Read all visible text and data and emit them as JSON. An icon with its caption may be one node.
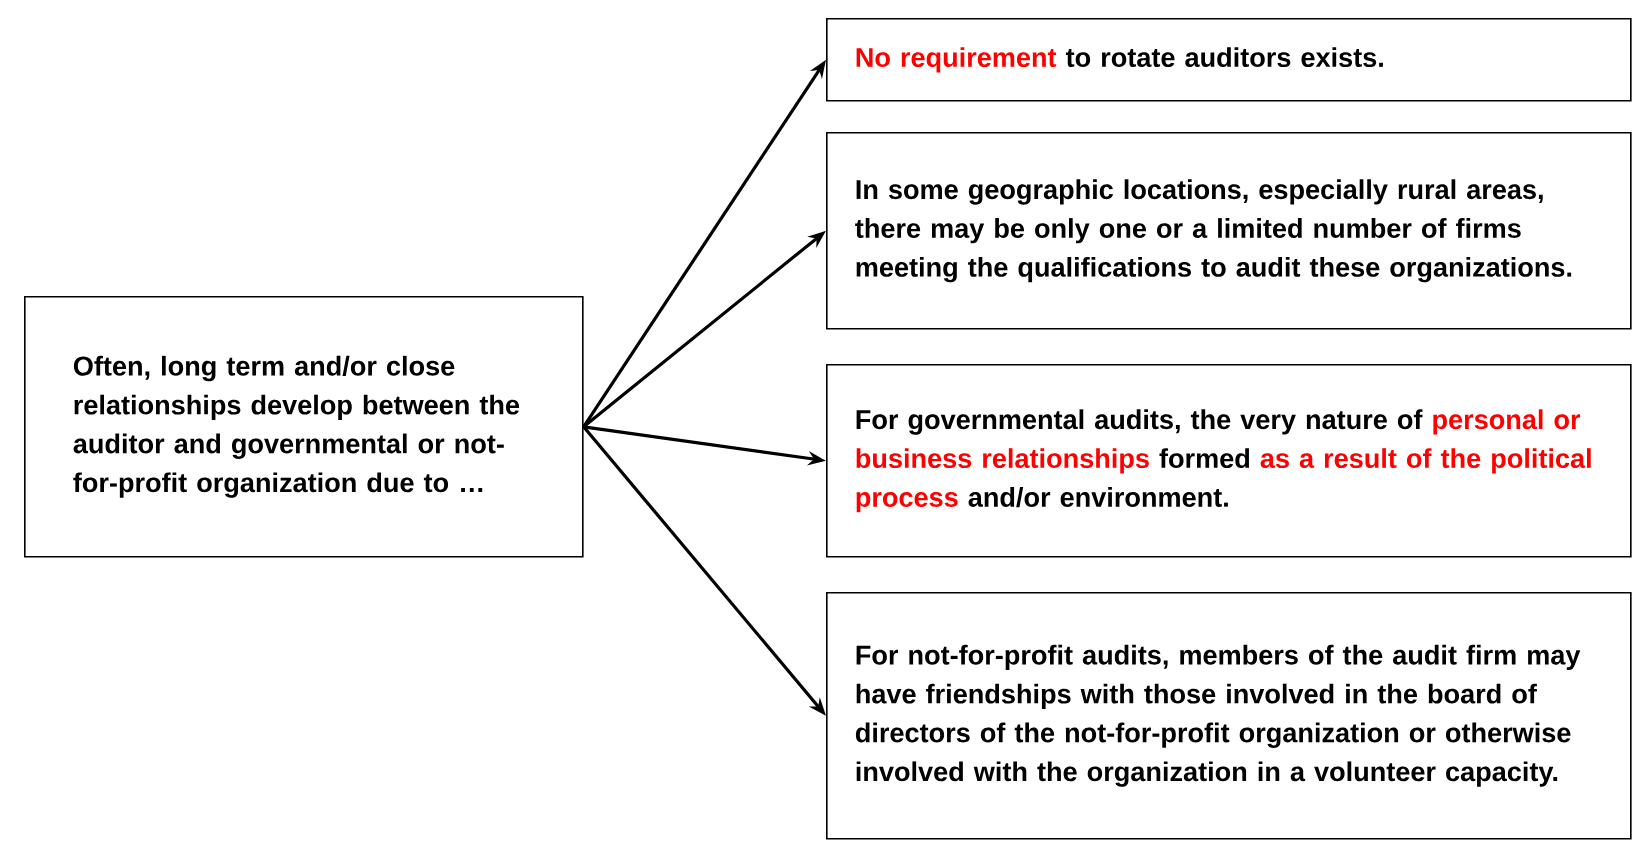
{
  "diagram": {
    "nodes": [
      {
        "text": [
          "Often, long term and/or close relationships develop between the auditor and governmental or not-for-profit organization due to …"
        ]
      },
      {
        "text": [
          "No requirement",
          "to rotate auditors exists."
        ]
      },
      {
        "text": [
          "In some geographic locations, especially rural areas, there may be only one or a limited number of firms meeting the qualifications to audit these organizations."
        ]
      },
      {
        "text": [
          "For governmental audits, the very nature of",
          "personal or business relationships",
          "formed",
          "as a result of the political process",
          "and/or environment."
        ]
      },
      {
        "text": [
          "For not-for-profit audits, members of the audit firm may have friendships with those involved in the board of directors of the not-for-profit organization or otherwise involved with the organization in a volunteer capacity."
        ]
      }
    ],
    "edges": [
      {
        "from": 0,
        "to": 1,
        "arrow": "to"
      },
      {
        "from": 0,
        "to": 2,
        "arrow": "to"
      },
      {
        "from": 0,
        "to": 3,
        "arrow": "to"
      },
      {
        "from": 0,
        "to": 4,
        "arrow": "to"
      }
    ]
  }
}
